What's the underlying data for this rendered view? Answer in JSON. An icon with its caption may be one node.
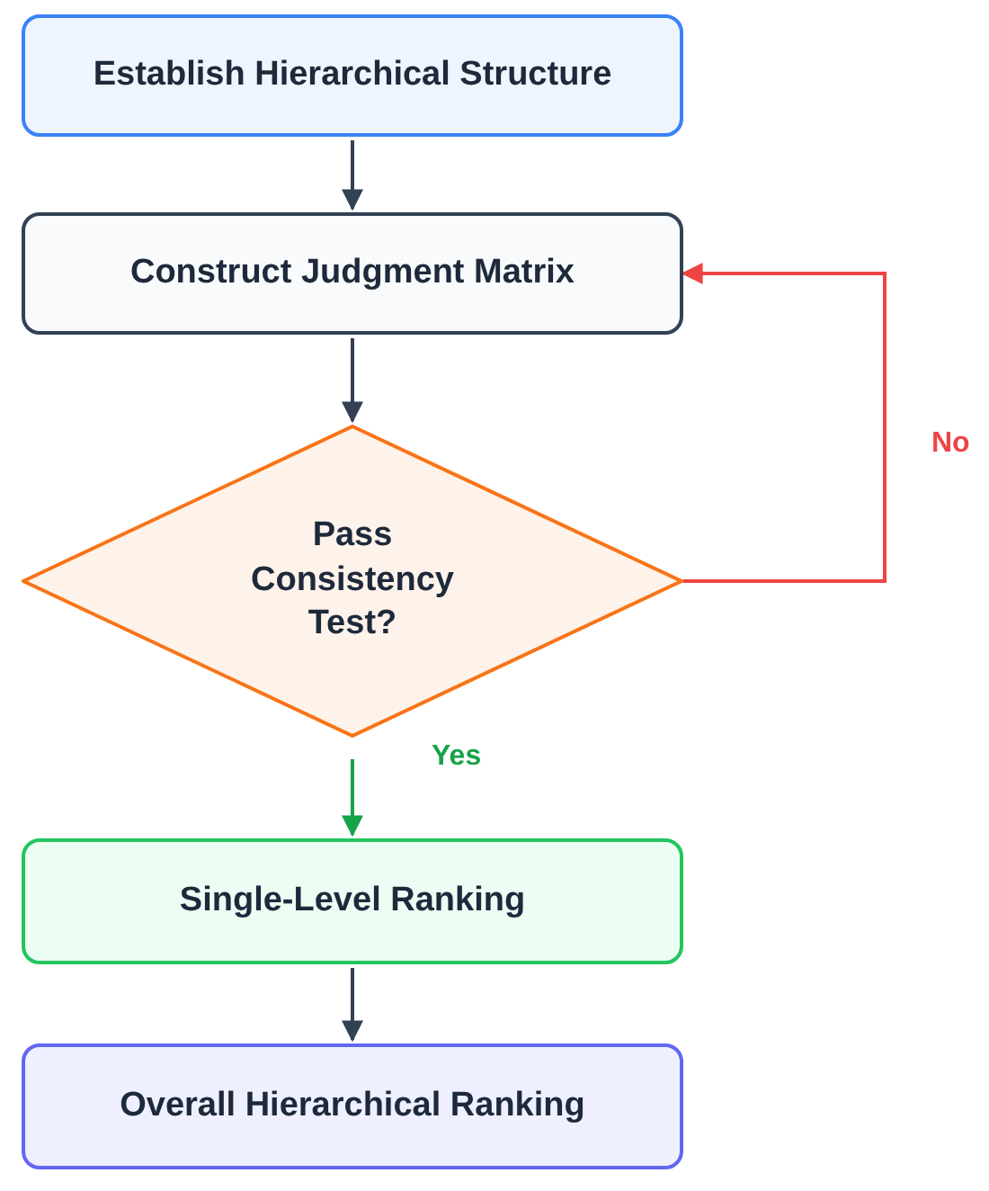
{
  "diagram": {
    "nodes": [
      {
        "text": [
          "Establish Hierarchical Structure"
        ]
      },
      {
        "text": [
          "Construct Judgment Matrix"
        ]
      },
      {
        "text": [
          "Pass Consistency Test?"
        ]
      },
      {
        "text": [
          "Single-Level Ranking"
        ]
      },
      {
        "text": [
          "Overall Hierarchical Ranking"
        ]
      }
    ],
    "edges": [
      {
        "from": 0,
        "to": 1,
        "arrow": "to"
      },
      {
        "from": 1,
        "to": 2,
        "arrow": "to"
      },
      {
        "from": 2,
        "to": 3,
        "arrow": "to",
        "label": "Yes",
        "color": "#16a34a"
      },
      {
        "from": 2,
        "to": 1,
        "arrow": "to",
        "label": "No",
        "color": "#ef4444"
      },
      {
        "from": 3,
        "to": 4,
        "arrow": "to"
      }
    ]
  }
}
